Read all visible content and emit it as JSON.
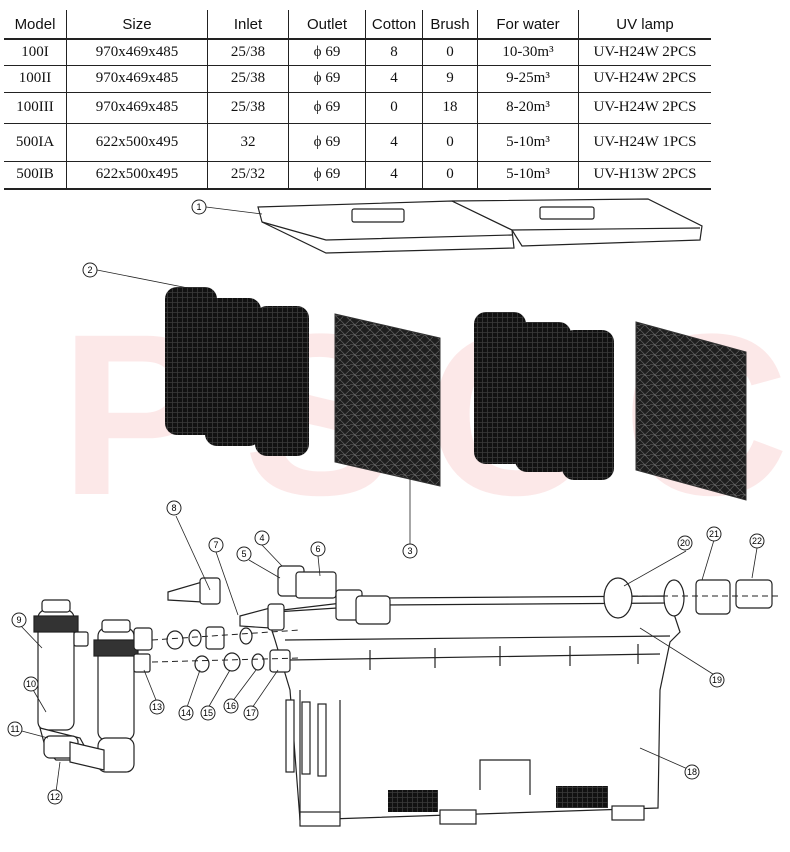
{
  "table": {
    "headers": [
      "Model",
      "Size",
      "Inlet",
      "Outlet",
      "Cotton",
      "Brush",
      "For water",
      "UV lamp"
    ],
    "rows": [
      [
        "100I",
        "970x469x485",
        "25/38",
        "ϕ 69",
        "8",
        "0",
        "10-30m³",
        "UV-H24W 2PCS"
      ],
      [
        "100II",
        "970x469x485",
        "25/38",
        "ϕ 69",
        "4",
        "9",
        "9-25m³",
        "UV-H24W 2PCS"
      ],
      [
        "100III",
        "970x469x485",
        "25/38",
        "ϕ 69",
        "0",
        "18",
        "8-20m³",
        "UV-H24W 2PCS"
      ],
      [
        "500IA",
        "622x500x495",
        "32",
        "ϕ 69",
        "4",
        "0",
        "5-10m³",
        "UV-H24W 1PCS"
      ],
      [
        "500IB",
        "622x500x495",
        "25/32",
        "ϕ 69",
        "4",
        "0",
        "5-10m³",
        "UV-H13W 2PCS"
      ]
    ]
  },
  "watermark": "PSCC",
  "callouts": [
    "1",
    "2",
    "3",
    "4",
    "5",
    "6",
    "7",
    "8",
    "9",
    "10",
    "11",
    "12",
    "13",
    "14",
    "15",
    "16",
    "17",
    "18",
    "19",
    "20",
    "21",
    "22"
  ],
  "colors": {
    "line": "#222222",
    "brush": "#1a1a1a",
    "sponge": "#2a2a2a",
    "watermark": "#e8292b"
  }
}
